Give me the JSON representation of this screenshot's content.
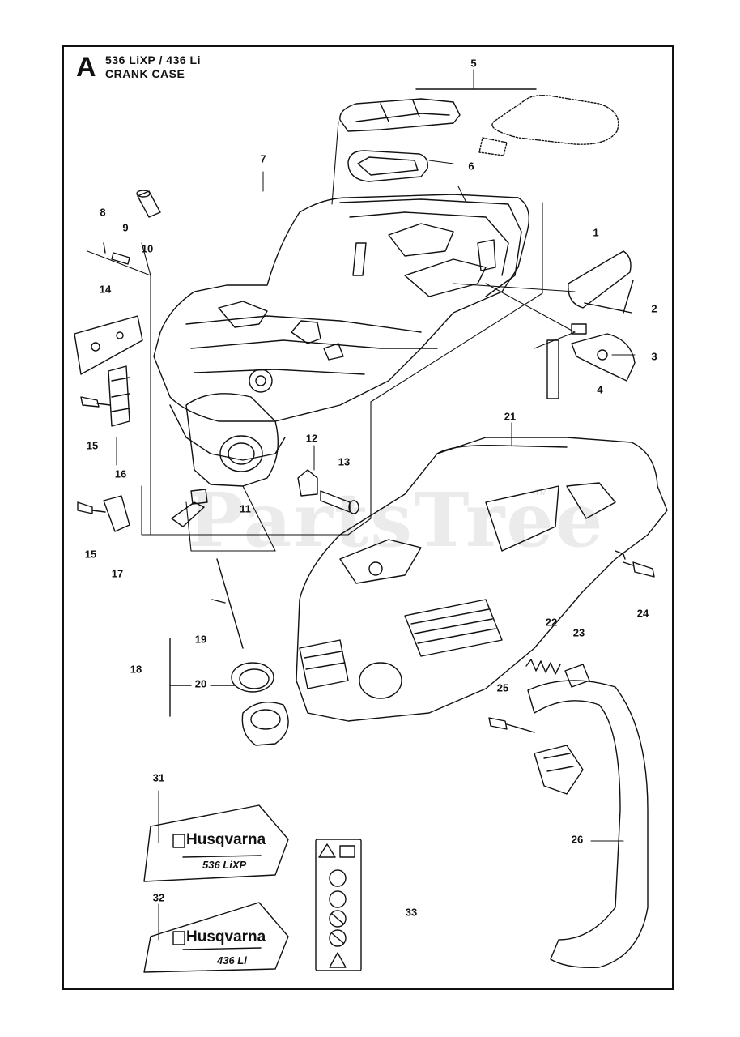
{
  "header": {
    "section_letter": "A",
    "title_line1": "536 LiXP / 436 Li",
    "title_line2": "CRANK CASE"
  },
  "watermark": {
    "text": "PartsTree",
    "trademark": "TM"
  },
  "decals": {
    "decal_31": {
      "brand": "Husqvarna",
      "model": "536 LiXP"
    },
    "decal_32": {
      "brand": "Husqvarna",
      "model": "436 Li"
    }
  },
  "callouts": [
    "1",
    "2",
    "3",
    "4",
    "5",
    "6",
    "7",
    "8",
    "9",
    "10",
    "11",
    "12",
    "13",
    "14",
    "15",
    "15",
    "16",
    "17",
    "18",
    "19",
    "20",
    "21",
    "22",
    "23",
    "24",
    "25",
    "26",
    "31",
    "32",
    "33"
  ],
  "colors": {
    "line": "#111111",
    "background": "#ffffff"
  }
}
